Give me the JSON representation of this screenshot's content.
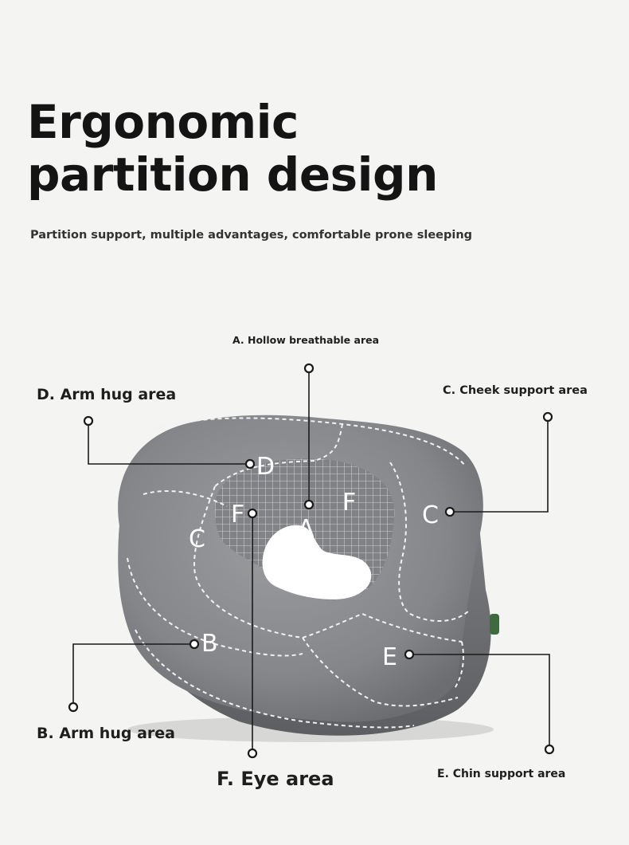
{
  "heading": {
    "line1": "Ergonomic",
    "line2": "partition design"
  },
  "subtitle": "Partition support, multiple advantages, comfortable prone sleeping",
  "callouts": {
    "a": "A. Hollow breathable area",
    "d": "D. Arm hug area",
    "c": "C. Cheek support area",
    "b": "B. Arm hug area",
    "f": "F. Eye area",
    "e": "E. Chin support area"
  },
  "zones": {
    "a": "A",
    "b": "B",
    "c_left": "C",
    "c_right": "C",
    "d": "D",
    "e": "E",
    "f_left": "F",
    "f_right": "F"
  },
  "colors": {
    "background": "#f4f4f2",
    "pillow": "#8a8b8d",
    "stitch": "#f2f2f2"
  }
}
